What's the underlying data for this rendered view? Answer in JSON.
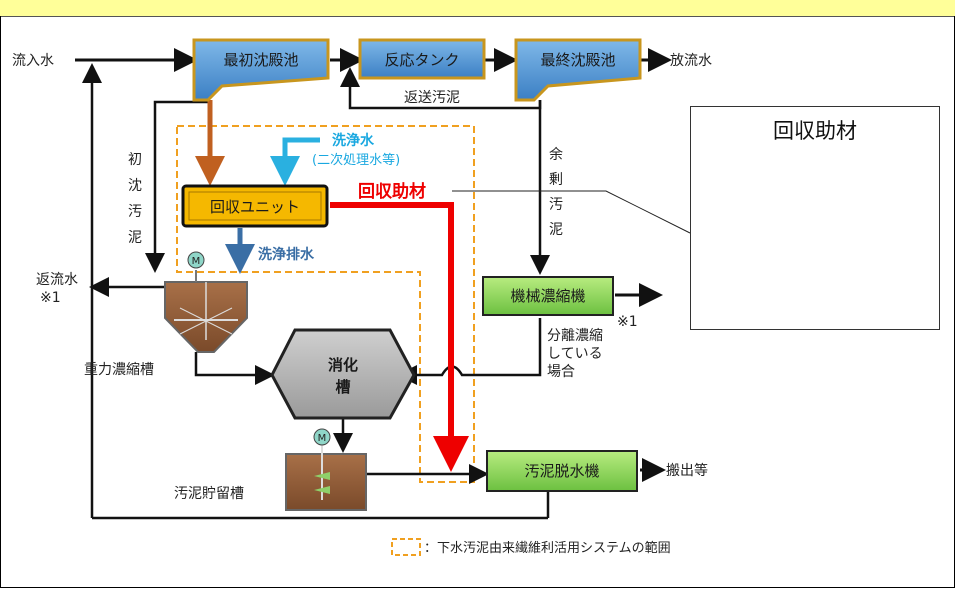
{
  "nodes": {
    "primary_clarifier": "最初沈殿池",
    "reaction_tank": "反応タンク",
    "final_clarifier": "最終沈殿池",
    "recovery_unit": "回収ユニット",
    "digester_line1": "消化",
    "digester_line2": "槽",
    "mechanical_thickener": "機械濃縮機",
    "dewatering_machine": "汚泥脱水機"
  },
  "labels": {
    "inflow": "流入水",
    "outflow": "放流水",
    "return_sludge": "返送汚泥",
    "return_water": "返流水",
    "note_mark": "※1",
    "gravity_thickener": "重力濃縮槽",
    "sludge_storage": "汚泥貯留槽",
    "carry_out": "搬出等",
    "primary_sludge": [
      "初",
      "沈",
      "汚",
      "泥"
    ],
    "excess_sludge": [
      "余",
      "剰",
      "汚",
      "泥"
    ],
    "separate_note": [
      "分離濃縮",
      "している",
      "場合"
    ],
    "wash_water": "洗浄水",
    "wash_water_sub": "(二次処理水等)",
    "wash_effluent": "洗浄排水",
    "recovery_aid": "回収助材"
  },
  "icons": {
    "motor": "M"
  },
  "photo": {
    "title": "回収助材"
  },
  "legend": {
    "text": "：下水汚泥由来繊維利活用システムの範囲"
  },
  "colors": {
    "recovery_aid_arrow": "#ee0000",
    "wash_water": "#2ab0e0",
    "wash_effluent": "#3a6ea5",
    "scope_boundary": "#f0a020",
    "recovery_unit": "#f5b800",
    "header_bar": "#ffff99"
  }
}
